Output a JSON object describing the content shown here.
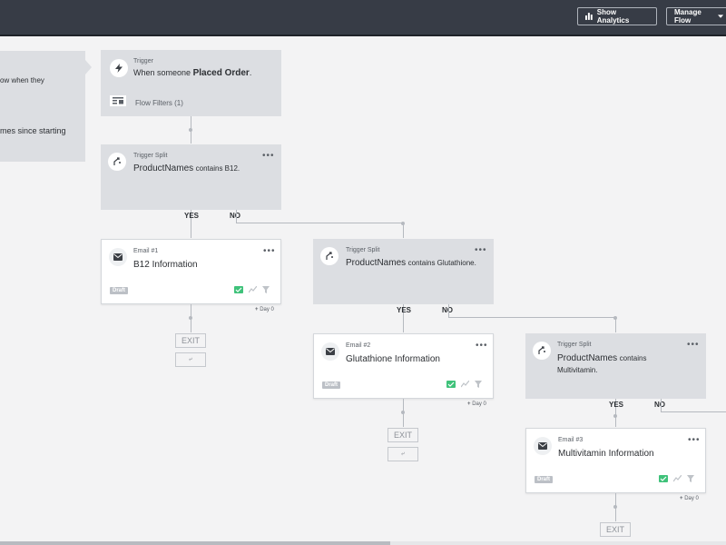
{
  "header": {
    "show_analytics": "Show Analytics",
    "manage_flow": "Manage Flow"
  },
  "left_panel": {
    "line1": "ow when they",
    "line2": "mes since starting"
  },
  "trigger": {
    "label": "Trigger",
    "prefix": "When someone",
    "event": "Placed Order",
    "suffix": ".",
    "filters": "Flow Filters (1)"
  },
  "split1": {
    "label": "Trigger Split",
    "property": "ProductNames",
    "condition": "contains B12.",
    "yes": "YES",
    "no": "NO"
  },
  "email1": {
    "label": "Email #1",
    "name": "B12 Information",
    "status": "Draft",
    "delay": "Day 0"
  },
  "split2": {
    "label": "Trigger Split",
    "property": "ProductNames",
    "condition": "contains Glutathione.",
    "yes": "YES",
    "no": "NO"
  },
  "email2": {
    "label": "Email #2",
    "name": "Glutathione Information",
    "status": "Draft",
    "delay": "Day 0"
  },
  "split3": {
    "label": "Trigger Split",
    "property": "ProductNames",
    "condition": "contains",
    "condition2": "Multivitamin.",
    "yes": "YES",
    "no": "NO"
  },
  "email3": {
    "label": "Email #3",
    "name": "Multivitamin Information",
    "status": "Draft",
    "delay": "Day 0"
  },
  "exit_label": "EXIT",
  "more_glyph": "•••",
  "add_glyph": "+",
  "colors": {
    "topbar": "#373c46",
    "card_gray": "#dcdee2",
    "canvas": "#f3f3f4",
    "status_green": "#3fc27a"
  },
  "icons": {
    "trigger": "lightning-bolt-icon",
    "filters": "filter-list-icon",
    "split": "split-arrows-icon",
    "email": "envelope-icon",
    "analytics": "bar-chart-icon",
    "dropdown": "caret-down-icon",
    "merge": "merge-branch-icon"
  }
}
